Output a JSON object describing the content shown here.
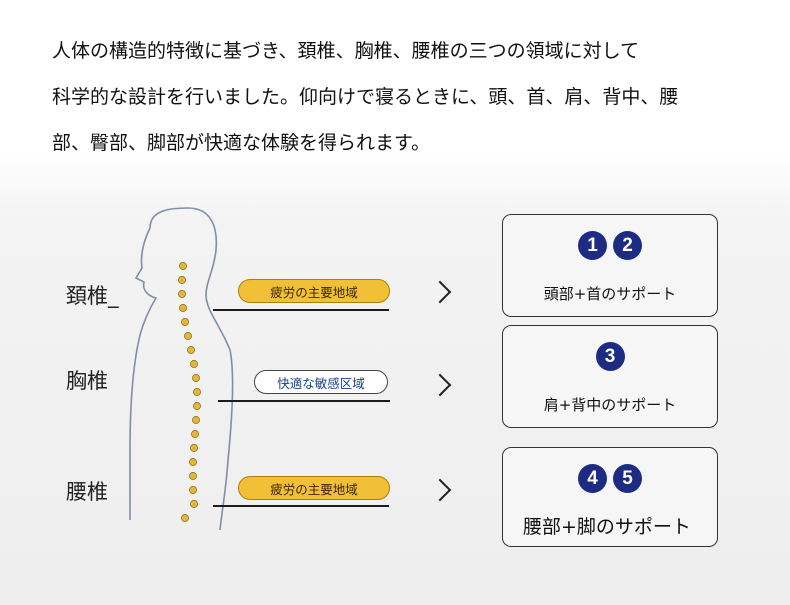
{
  "intro": {
    "line1": "人体の構造的特徴に基づき、頚椎、胸椎、腰椎の三つの領域に対して",
    "line2": "科学的な設計を行いました。仰向けで寝るときに、頭、首、肩、背中、腰",
    "line3": "部、臀部、脚部が快適な体験を得られます。"
  },
  "spine_labels": {
    "cervical": "頚椎_",
    "thoracic": "胸椎",
    "lumbar": "腰椎"
  },
  "pills": {
    "cervical": "疲労の主要地域",
    "thoracic": "快適な敏感区域",
    "lumbar": "疲労の主要地域"
  },
  "cards": [
    {
      "badges": [
        "1",
        "2"
      ],
      "text": "頭部+首のサポート"
    },
    {
      "badges": [
        "3"
      ],
      "text": "肩+背中のサポート"
    },
    {
      "badges": [
        "4",
        "5"
      ],
      "text": "腰部+脚のサポート"
    }
  ],
  "colors": {
    "badge": "#1d2c82",
    "pill_yellow": "#f2c036",
    "vertebra": "#e2b63a"
  }
}
